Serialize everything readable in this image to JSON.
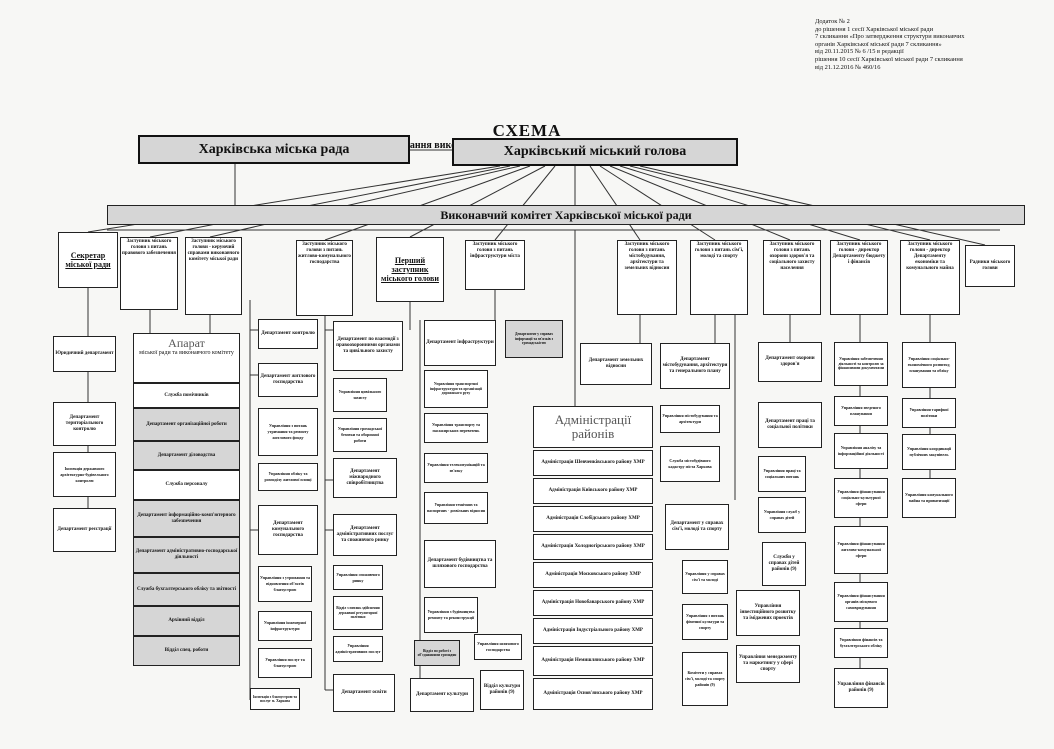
{
  "annex_note": [
    "Додаток № 2",
    "до рішення 1 сесії Харківської міської ради",
    "7 скликання «Про затвердження структури виконавчих",
    "органів Харківської міської ради 7 скликання»",
    "від 20.11.2015 № 6 /15 в редакції",
    "рішення 10 сесії Харківської міської ради 7 скликання",
    "від 21.12.2016 № 460/16"
  ],
  "title": "СХЕМА",
  "subtitle": "підпорядкування виконавчих органів Харківської міської ради 7 скликання",
  "city_council": "Харківська міська рада",
  "mayor": "Харківський міський голова",
  "exec_committee": "Виконавчий комітет Харківської міської ради",
  "top_row": [
    "Секретар міської ради",
    "Заступник міського голови з питань правового забезпечення",
    "Заступник міського голови - керуючий справами виконавчого комітету міської ради",
    "Заступник міського голови з питань житлово-комунального господарства",
    "Перший заступник міського голови",
    "Заступник міського голови з питань інфраструктури міста",
    "Заступник міського голови з питань містобудування, архітектури та земельних відносин",
    "Заступник міського голови з питань сім'ї, молоді та спорту",
    "Заступник міського голови з питань охорони здоров'я та соціального захисту населення",
    "Заступник міського голови - директор Департаменту бюджету і фінансів",
    "Заступник міського голови - директор Департаменту економіки та комунального майна",
    "Радники міського голови"
  ],
  "col_secretary": [
    "Юридичний департамент",
    "Департамент територіального контролю",
    "Інспекція державного архітектурно-будівельного контролю",
    "Департамент реєстрації"
  ],
  "apparat": {
    "head": "Апарат",
    "sub": "міської ради та виконавчого комітету",
    "items": [
      "Служба помічників",
      "Департамент організаційної роботи",
      "Департамент діловодства",
      "Служба персоналу",
      "Департамент інформаційно-комп'ютерного забезпечення",
      "Департамент адміністративно-господарської діяльності",
      "Служба бухгалтерського обліку та звітності",
      "Архівний відділ",
      "Відділ спец. роботи"
    ]
  },
  "col_housing": [
    "Департамент контролю",
    "Департамент житлового господарства",
    "Управління з питань утримання та ремонту житлового фонду",
    "Управління обліку та розподілу житлової площі",
    "Департамент комунального господарства",
    "Управління з утримання та відновлення об'єктів благоустрою",
    "Управління інженерної інфраструктури",
    "Управління послуг та благоустрою",
    "Інспекція з благоустрою та послуг м. Харкова"
  ],
  "col_first": [
    "Департамент по взаємодії з правоохоронними органами та цивільного захисту",
    "Управління цивільного захисту",
    "Управління громадської безпеки та оборонної роботи",
    "Департамент міжнародного співробітництва",
    "Департамент адміністративних послуг та споживчого ринку",
    "Управління споживчого ринку",
    "Відділ з питань здійснення державної регуляторної політики",
    "Управління адміністративних послуг",
    "Департамент освіти"
  ],
  "col_infra": [
    "Департамент інфраструктури",
    "Управління транспортної інфраструктури та організації дорожнього руху",
    "Управління транспорту та пасажирських перевезень",
    "Управління телекомунікацій та зв'язку",
    "Управління технічних та паспортних - дозвільних відносин",
    "Департамент будівництва та шляхового господарства",
    "Управління з будівництва ремонту та реконструкції",
    "Управління шляхового господарства",
    "Відділ по роботі з об'єднаннями громадян",
    "Відділ культури районів (9)",
    "Департамент культури",
    "Департамент у справах інформації та зв'язків з громадськістю"
  ],
  "admin_districts": {
    "head": "Адміністрації районів",
    "items": [
      "Адміністрація Шевченківського району ХМР",
      "Адміністрація Київського району ХМР",
      "Адміністрація Слобідського району ХМР",
      "Адміністрація Холодногірського району ХМР",
      "Адміністрація Московського району ХМР",
      "Адміністрація Новобаварського району ХМР",
      "Адміністрація Індустріального району ХМР",
      "Адміністрація Немишлянського району ХМР",
      "Адміністрація Основ'янського району ХМР"
    ]
  },
  "col_arch": [
    "Департамент земельних відносин",
    "Департамент містобудування, архітектури та генерального плану",
    "Управління містобудування та архітектури",
    "Служба містобудівного кадастру міста Харкова"
  ],
  "col_family": [
    "Департамент у справах сім'ї, молоді та спорту",
    "Управління у справах сім'ї та молоді",
    "Управління з питань фізичної культури та спорту",
    "Комітети у справах сім'ї, молоді та спорту районів (9)",
    "Управління інвестиційного розвитку та іміджевих проектів",
    "Управління менеджменту та маркетингу у сфері спорту"
  ],
  "col_health": [
    "Департамент охорони здоров'я",
    "Департамент праці та соціальної політики",
    "Управління праці та соціальних питань",
    "Управління служб у справах дітей",
    "Служби у справах дітей районів (9)"
  ],
  "col_budget": [
    "Управління забезпечення діяльності та контролю за фінансовими документами",
    "Управління зведеного планування",
    "Управління аналізу та інформаційної діяльності",
    "Управління фінансування соціально-культурної сфери",
    "Управління фінансування житлово-комунальної сфери",
    "Управління фінансування органів місцевого самоврядування",
    "Управління фінансів та бухгалтерського обліку",
    "Управління фінансів районів (9)"
  ],
  "col_economy": [
    "Управління соціально-економічного розвитку, планування та обліку",
    "Управління тарифної політики",
    "Управління координації публічних закупівель",
    "Управління комунального майна та приватизації"
  ]
}
